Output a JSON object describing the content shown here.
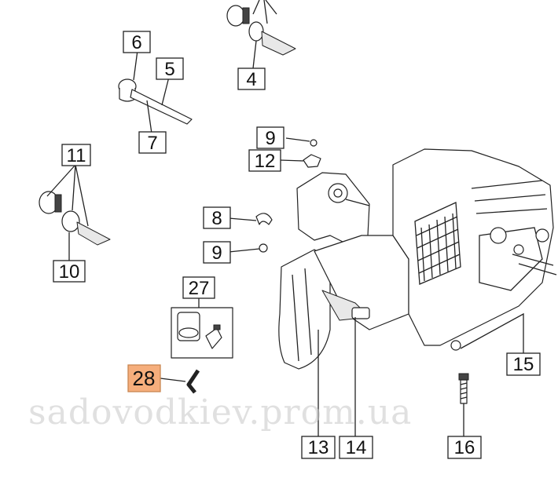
{
  "callouts": [
    {
      "id": "c6",
      "text": "6",
      "highlight": false
    },
    {
      "id": "c5",
      "text": "5",
      "highlight": false
    },
    {
      "id": "c7",
      "text": "7",
      "highlight": false
    },
    {
      "id": "c4",
      "text": "4",
      "highlight": false
    },
    {
      "id": "c9a",
      "text": "9",
      "highlight": false
    },
    {
      "id": "c12",
      "text": "12",
      "highlight": false
    },
    {
      "id": "c11",
      "text": "11",
      "highlight": false
    },
    {
      "id": "c10",
      "text": "10",
      "highlight": false
    },
    {
      "id": "c8",
      "text": "8",
      "highlight": false
    },
    {
      "id": "c9b",
      "text": "9",
      "highlight": false
    },
    {
      "id": "c27",
      "text": "27",
      "highlight": false
    },
    {
      "id": "c28",
      "text": "28",
      "highlight": true
    },
    {
      "id": "c13",
      "text": "13",
      "highlight": false
    },
    {
      "id": "c14",
      "text": "14",
      "highlight": false
    },
    {
      "id": "c15",
      "text": "15",
      "highlight": false
    },
    {
      "id": "c16",
      "text": "16",
      "highlight": false
    }
  ],
  "watermark": "sadovodkiev.prom.ua",
  "colors": {
    "highlight": "#f6ae7c",
    "line": "#222222",
    "watermark": "#c8c8c8"
  }
}
